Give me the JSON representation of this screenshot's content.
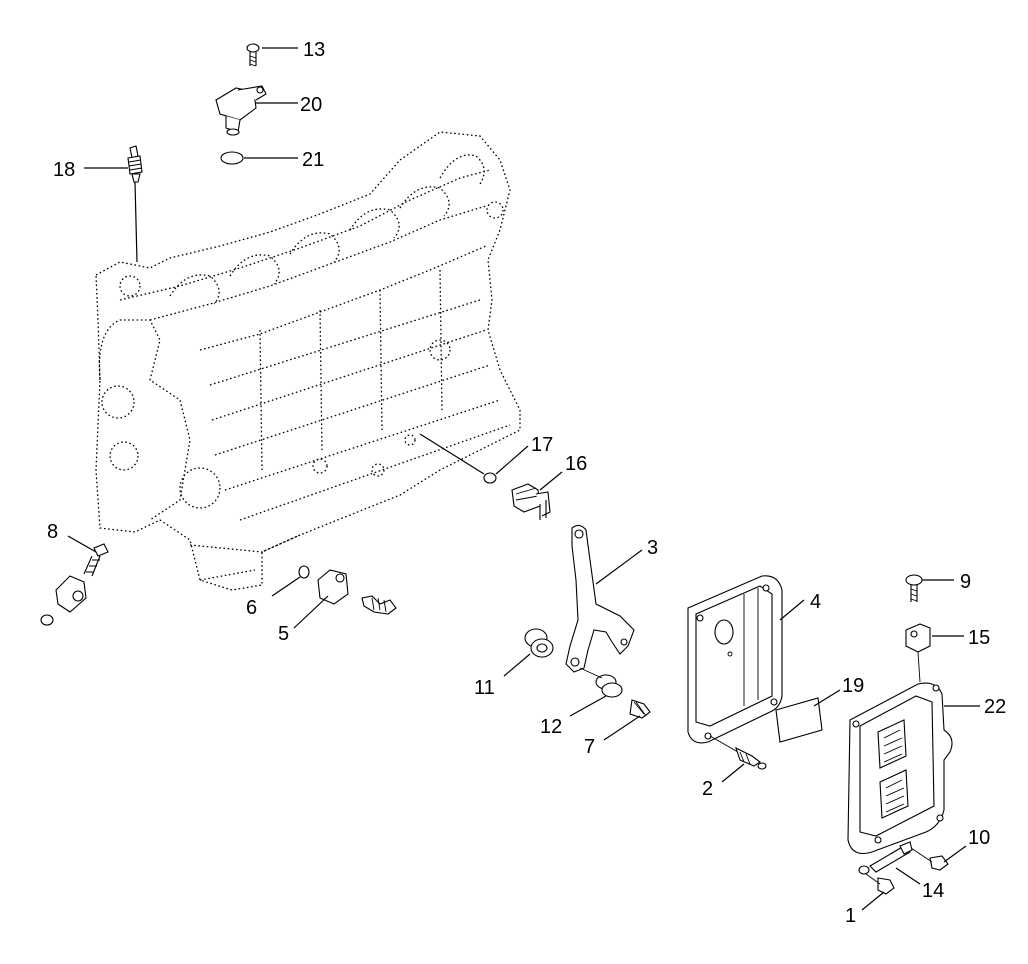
{
  "diagram": {
    "labels": {
      "p1": "1",
      "p2": "2",
      "p3": "3",
      "p4": "4",
      "p5": "5",
      "p6": "6",
      "p7": "7",
      "p8": "8",
      "p9": "9",
      "p10": "10",
      "p11": "11",
      "p12": "12",
      "p13": "13",
      "p14": "14",
      "p15": "15",
      "p16": "16",
      "p17": "17",
      "p18": "18",
      "p19": "19",
      "p20": "20",
      "p21": "21",
      "p22": "22"
    },
    "colors": {
      "line": "#000000",
      "background": "#ffffff"
    }
  }
}
